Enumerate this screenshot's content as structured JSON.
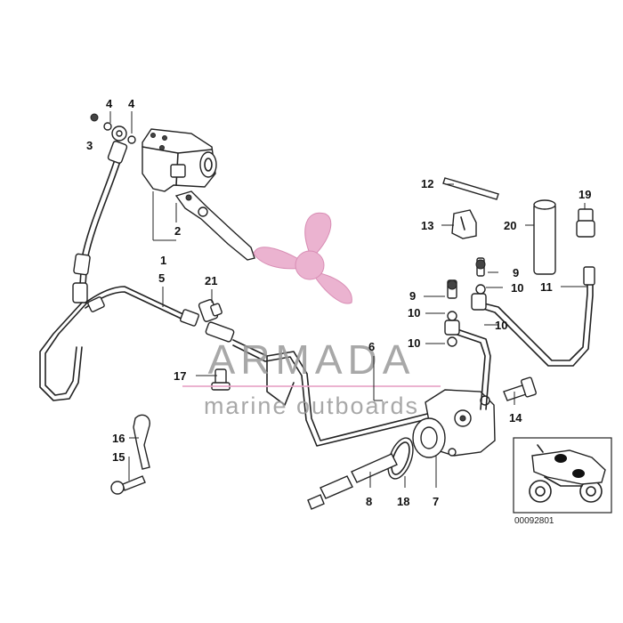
{
  "watermark": {
    "brand": "ARMADA",
    "tagline": "marine outboards",
    "logo_color": "#e8a6c8",
    "text_color": "#9a9a9a"
  },
  "labels": {
    "l1": "1",
    "l2": "2",
    "l3": "3",
    "l4a": "4",
    "l4b": "4",
    "l5": "5",
    "l6": "6",
    "l7": "7",
    "l8": "8",
    "l9a": "9",
    "l9b": "9",
    "l10a": "10",
    "l10b": "10",
    "l10c": "10",
    "l10d": "10",
    "l11": "11",
    "l12": "12",
    "l13": "13",
    "l14": "14",
    "l15": "15",
    "l16": "16",
    "l17": "17",
    "l18": "18",
    "l19": "19",
    "l20": "20",
    "l21": "21"
  },
  "inset": {
    "code": "00092801",
    "marker_color": "#111111"
  }
}
